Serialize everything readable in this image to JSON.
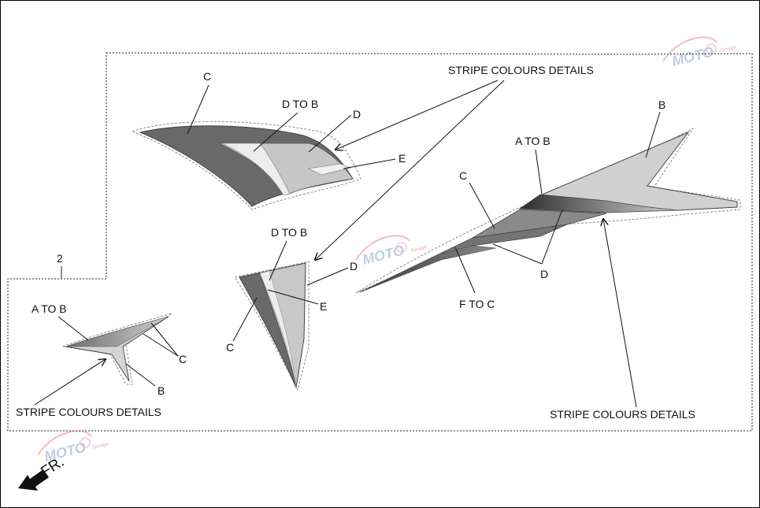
{
  "part_number": "2",
  "direction_label": "FR.",
  "watermark": {
    "brand": "MOTO",
    "subtext": "Garage"
  },
  "labels": {
    "upper_left_decal": {
      "c": "C",
      "d_to_b": "D TO B",
      "d": "D",
      "e": "E"
    },
    "center_decal": {
      "d_to_b": "D TO B",
      "d": "D",
      "e": "E",
      "c": "C"
    },
    "right_decal": {
      "a_to_b": "A TO B",
      "b": "B",
      "c": "C",
      "d": "D",
      "f_to_c": "F TO C"
    },
    "small_decal": {
      "a_to_b": "A TO B",
      "c": "C",
      "b": "B"
    }
  },
  "callouts": {
    "top": "STRIPE COLOURS DETAILS",
    "left": "STRIPE COLOURS DETAILS",
    "right": "STRIPE COLOURS DETAILS"
  },
  "colors": {
    "dark": "#5f5f5f",
    "mid": "#8a8a8a",
    "light": "#c8c8c8",
    "pale": "#dcdcdc"
  }
}
